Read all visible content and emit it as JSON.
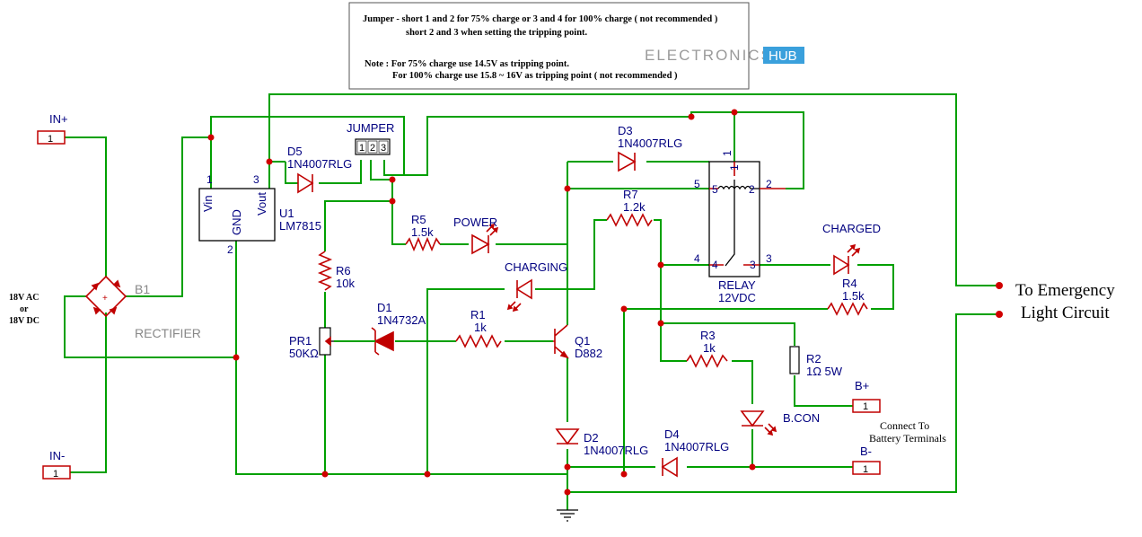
{
  "note_box": {
    "line1": "Jumper - short 1 and 2 for 75% charge or 3 and 4 for 100% charge ( not recommended )",
    "line2": "short 2 and 3 when setting the tripping point.",
    "line3": "Note : For 75% charge use 14.5V as tripping point.",
    "line4": "For 100% charge use 15.8 ~ 16V as tripping point ( not recommended )"
  },
  "logo": {
    "text": "ELECTRONICS",
    "badge": "HUB"
  },
  "input": {
    "in_plus": "IN+",
    "in_minus": "IN-",
    "pin": "1",
    "supply_l1": "18V AC",
    "supply_l2": "or",
    "supply_l3": "18V DC"
  },
  "rectifier": {
    "ref": "B1",
    "name": "RECTIFIER"
  },
  "regulator": {
    "ref": "U1",
    "part": "LM7815",
    "vin": "Vin",
    "gnd": "GND",
    "vout": "Vout",
    "p1": "1",
    "p2": "2",
    "p3": "3"
  },
  "jumper": {
    "label": "JUMPER",
    "p1": "1",
    "p2": "2",
    "p3": "3"
  },
  "d5": {
    "ref": "D5",
    "part": "1N4007RLG"
  },
  "d3": {
    "ref": "D3",
    "part": "1N4007RLG"
  },
  "d1": {
    "ref": "D1",
    "part": "1N4732A"
  },
  "d2": {
    "ref": "D2",
    "part": "1N4007RLG"
  },
  "d4": {
    "ref": "D4",
    "part": "1N4007RLG"
  },
  "r1": {
    "ref": "R1",
    "value": "1k"
  },
  "r2": {
    "ref": "R2",
    "value": "1Ω 5W"
  },
  "r3": {
    "ref": "R3",
    "value": "1k"
  },
  "r4": {
    "ref": "R4",
    "value": "1.5k"
  },
  "r5": {
    "ref": "R5",
    "value": "1.5k"
  },
  "r6": {
    "ref": "R6",
    "value": "10k"
  },
  "r7": {
    "ref": "R7",
    "value": "1.2k"
  },
  "pr1": {
    "ref": "PR1",
    "value": "50KΩ"
  },
  "q1": {
    "ref": "Q1",
    "part": "D882"
  },
  "leds": {
    "power": "POWER",
    "charging": "CHARGING",
    "charged": "CHARGED",
    "bcon": "B.CON"
  },
  "relay": {
    "name": "RELAY",
    "rating": "12VDC",
    "p1": "1",
    "p2": "2",
    "p3": "3",
    "p4": "4",
    "p5": "5"
  },
  "battery": {
    "b_plus": "B+",
    "b_minus": "B-",
    "pin": "1",
    "note_l1": "Connect To",
    "note_l2": "Battery Terminals"
  },
  "output": {
    "line1": "To Emergency",
    "line2": "Light Circuit"
  }
}
